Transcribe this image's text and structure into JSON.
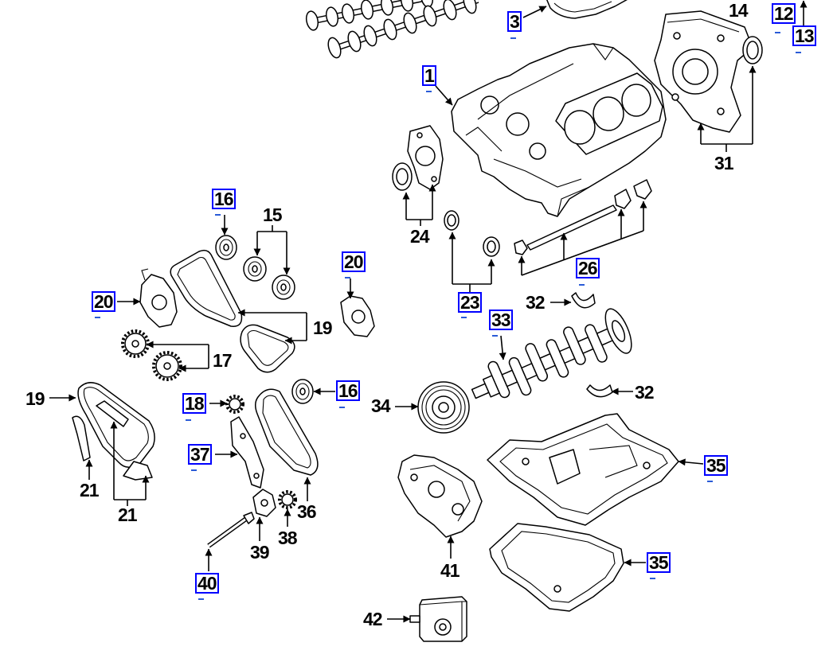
{
  "linked_callouts": [
    "3",
    "12",
    "13",
    "1",
    "16",
    "20",
    "20",
    "26",
    "23",
    "33",
    "16",
    "18",
    "37",
    "35",
    "35",
    "40"
  ],
  "plain_callouts": [
    "14",
    "15",
    "31",
    "24",
    "19",
    "32",
    "17",
    "19",
    "34",
    "32",
    "21",
    "21",
    "36",
    "38",
    "39",
    "41",
    "42"
  ],
  "colors": {
    "background": "#ffffff",
    "line_art": "#000000",
    "link_border": "#0000ff",
    "link_dash": "#2a5bd7"
  }
}
